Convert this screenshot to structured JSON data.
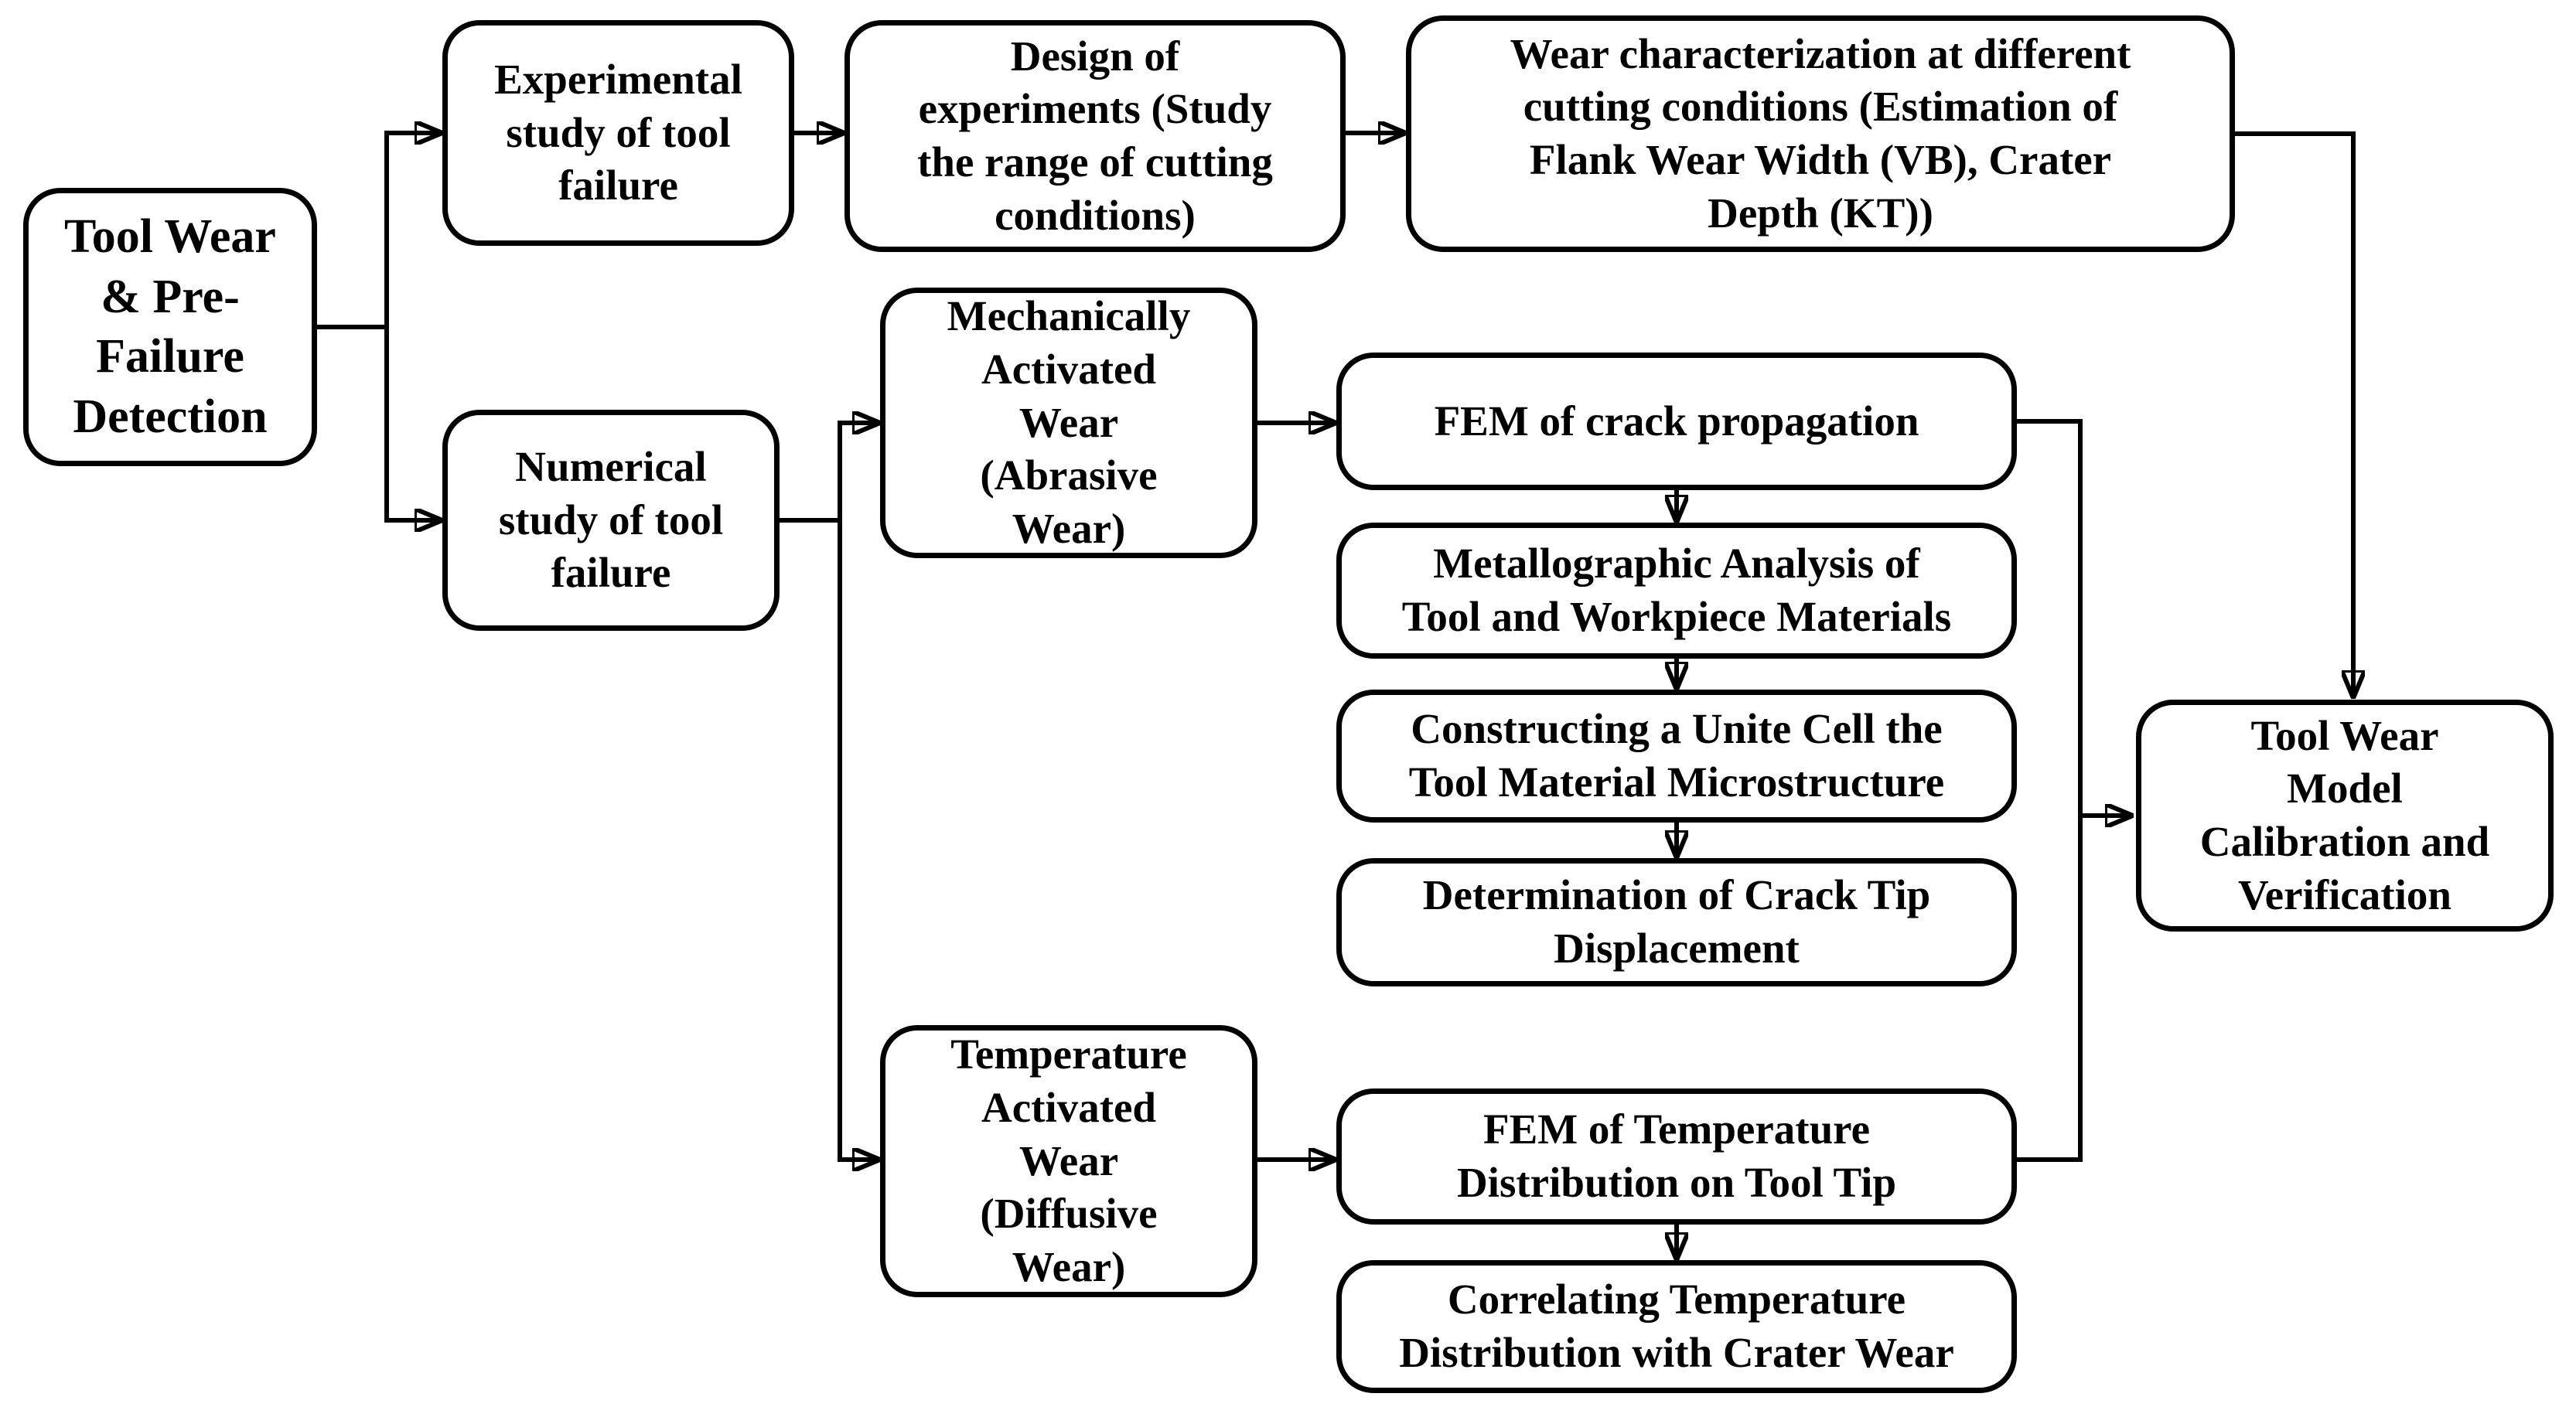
{
  "diagram": {
    "title": "Tool wear and pre-failure detection methodology flowchart",
    "colors": {
      "background": "#ffffff",
      "box_fill": "#ffffff",
      "box_border": "#000000",
      "line": "#000000",
      "text": "#000000"
    },
    "nodes": [
      {
        "id": "tool-wear-pre-failure-detection",
        "label": "Tool Wear\n& Pre-\nFailure\nDetection"
      },
      {
        "id": "experimental-study",
        "label": "Experimental\nstudy of tool\nfailure"
      },
      {
        "id": "design-of-experiments",
        "label": "Design of\nexperiments (Study\nthe range of cutting\nconditions)"
      },
      {
        "id": "wear-characterization",
        "label": "Wear characterization at different\ncutting conditions (Estimation of\nFlank Wear Width (VB), Crater\nDepth (KT))"
      },
      {
        "id": "numerical-study",
        "label": "Numerical\nstudy of tool\nfailure"
      },
      {
        "id": "mechanically-activated-wear",
        "label": "Mechanically\nActivated\nWear\n(Abrasive\nWear)"
      },
      {
        "id": "fem-crack-propagation",
        "label": "FEM of crack propagation"
      },
      {
        "id": "metallographic-analysis",
        "label": "Metallographic Analysis of\nTool and Workpiece Materials"
      },
      {
        "id": "unite-cell-construction",
        "label": "Constructing a Unite Cell the\nTool Material Microstructure"
      },
      {
        "id": "crack-tip-displacement",
        "label": "Determination of Crack Tip\nDisplacement"
      },
      {
        "id": "temperature-activated-wear",
        "label": "Temperature\nActivated\nWear\n(Diffusive\nWear)"
      },
      {
        "id": "fem-temperature-distribution",
        "label": "FEM of Temperature\nDistribution on Tool Tip"
      },
      {
        "id": "correlating-temperature",
        "label": "Correlating Temperature\nDistribution with Crater Wear"
      },
      {
        "id": "tool-wear-model-calibration",
        "label": "Tool Wear\nModel\nCalibration and\nVerification"
      }
    ],
    "edges": [
      {
        "from": "tool-wear-pre-failure-detection",
        "to": "experimental-study"
      },
      {
        "from": "tool-wear-pre-failure-detection",
        "to": "numerical-study"
      },
      {
        "from": "experimental-study",
        "to": "design-of-experiments"
      },
      {
        "from": "design-of-experiments",
        "to": "wear-characterization"
      },
      {
        "from": "wear-characterization",
        "to": "tool-wear-model-calibration"
      },
      {
        "from": "numerical-study",
        "to": "mechanically-activated-wear"
      },
      {
        "from": "numerical-study",
        "to": "temperature-activated-wear"
      },
      {
        "from": "mechanically-activated-wear",
        "to": "fem-crack-propagation"
      },
      {
        "from": "fem-crack-propagation",
        "to": "metallographic-analysis"
      },
      {
        "from": "metallographic-analysis",
        "to": "unite-cell-construction"
      },
      {
        "from": "unite-cell-construction",
        "to": "crack-tip-displacement"
      },
      {
        "from": "temperature-activated-wear",
        "to": "fem-temperature-distribution"
      },
      {
        "from": "fem-temperature-distribution",
        "to": "correlating-temperature"
      },
      {
        "from": "fem-crack-propagation",
        "to": "tool-wear-model-calibration"
      },
      {
        "from": "fem-temperature-distribution",
        "to": "tool-wear-model-calibration"
      }
    ]
  }
}
